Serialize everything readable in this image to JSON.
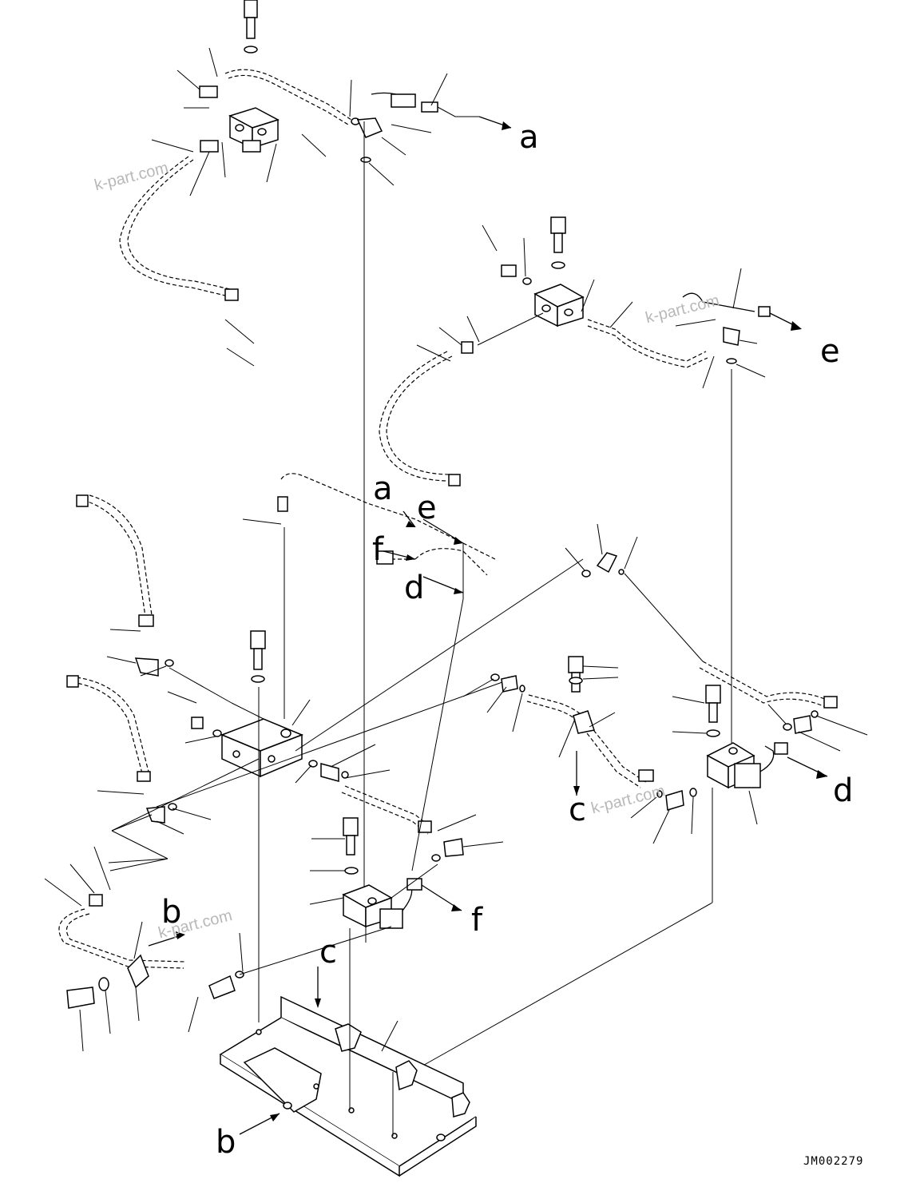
{
  "callouts": {
    "a_top": "a",
    "e_right": "e",
    "a_mid": "a",
    "e_mid": "e",
    "f_mid": "f",
    "d_mid": "d",
    "c_mid": "c",
    "d_right": "d",
    "b_left": "b",
    "f_lower": "f",
    "c_lower": "c",
    "b_bottom": "b"
  },
  "watermarks": {
    "wm1": "k-part.com",
    "wm2": "k-part.com",
    "wm3": "k-part.com",
    "wm4": "k-part.com"
  },
  "drawing_code": "JM002279"
}
